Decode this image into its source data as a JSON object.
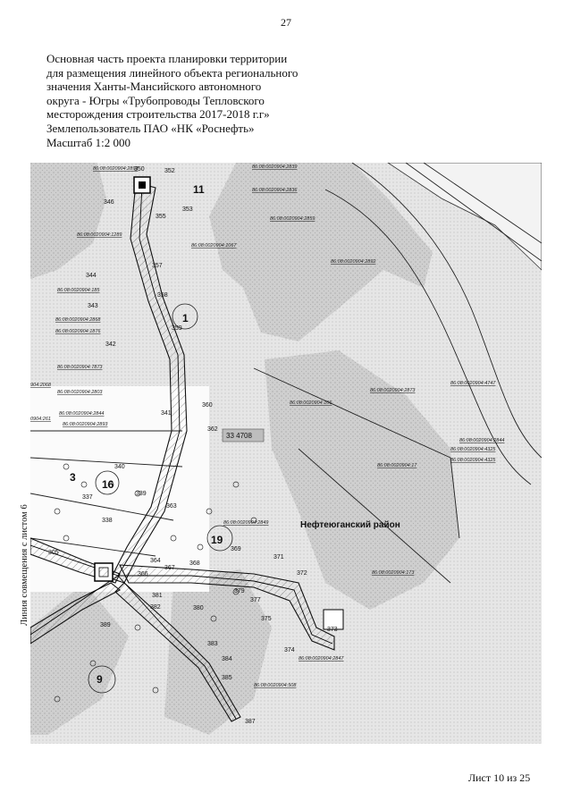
{
  "page_number": "27",
  "title_lines": [
    "Основная часть проекта планировки территории",
    "для размещения линейного объекта регионального",
    "значения Ханты-Мансийского автономного",
    "округа - Югры «Трубопроводы Тепловского",
    "месторождения строительства 2017-2018 г.г»",
    "Землепользователь ПАО «НК «Роснефть»",
    "Масштаб 1:2 000"
  ],
  "map": {
    "district_label": "Нефтеюганский район",
    "area_label": "33 4708",
    "side_note": "Линия совмещения с листом 6",
    "point_labels": [
      "350",
      "352",
      "346",
      "355",
      "353",
      "11",
      "357",
      "344",
      "358",
      "343",
      "1",
      "359",
      "342",
      "341",
      "360",
      "362",
      "340",
      "3",
      "16",
      "337",
      "339",
      "338",
      "363",
      "305",
      "19",
      "369",
      "371",
      "372",
      "364",
      "366",
      "367",
      "368",
      "381",
      "382",
      "379",
      "380",
      "377",
      "375",
      "373",
      "389",
      "374",
      "383",
      "384",
      "385",
      "9",
      "387"
    ],
    "parcel_labels": [
      "86:08:0020904:2839",
      "86:08:0020904:2836",
      "86:08:0020904:2859",
      "86:08:0020904:1067",
      "86:08:0020904:2892",
      "86:08:0020904:2893",
      "86:08:0020904:1289",
      "86:08:0020904:185",
      "86:08:0020904:2868",
      "86:08:0020904:1876",
      "86:08:0020904:7873",
      "86:08:0020904:2803",
      "86:08:0020904:2844",
      "86:08:0020904:2893",
      "86:08:0020904:2873",
      "86:08:0020904:4747",
      "86:08:0020904:106",
      "86:08:0020904:17",
      "86:08:0020904:4325",
      "86:08:0020904:4325",
      "86:08:0020904:2849",
      "86:08:0020904:173",
      "86:08:0020904:2847",
      "86:08:0020904:508",
      "86:08:0020904:2844",
      "904:2068",
      "0904:261"
    ]
  },
  "sheet_label": "Лист 10 из 25"
}
